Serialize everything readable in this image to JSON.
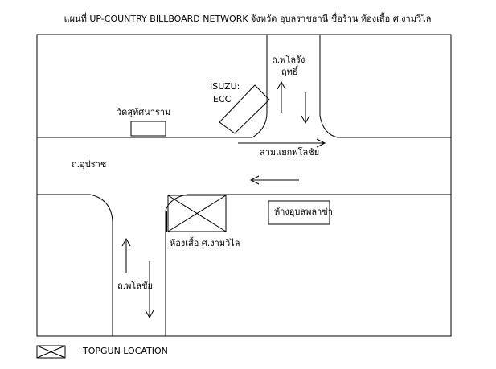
{
  "map": {
    "title": "แผนที่ UP-COUNTRY BILLBOARD NETWORK จังหวัด อุบลราชธานี ชื่อร้าน ห้องเสื้อ ศ.งามวิไล",
    "roads": {
      "main": "ถ.อุปราช",
      "north": "ถ.พโลรัง\nฤทธิ์",
      "south": "ถ.พโลชัย"
    },
    "landmarks": {
      "temple": "วัดสุทัศนาราม",
      "isuzu": "ISUZU:\nECC",
      "junction": "สามแยกพโลชัย",
      "mall": "ห้างอุบลพลาซ่า",
      "shop": "ห้องเสื้อ ศ.งามวิไล"
    },
    "legend": {
      "label": "TOPGUN LOCATION",
      "icon": "crossed-box-icon"
    },
    "colors": {
      "ink": "#000000",
      "background": "#ffffff"
    }
  }
}
